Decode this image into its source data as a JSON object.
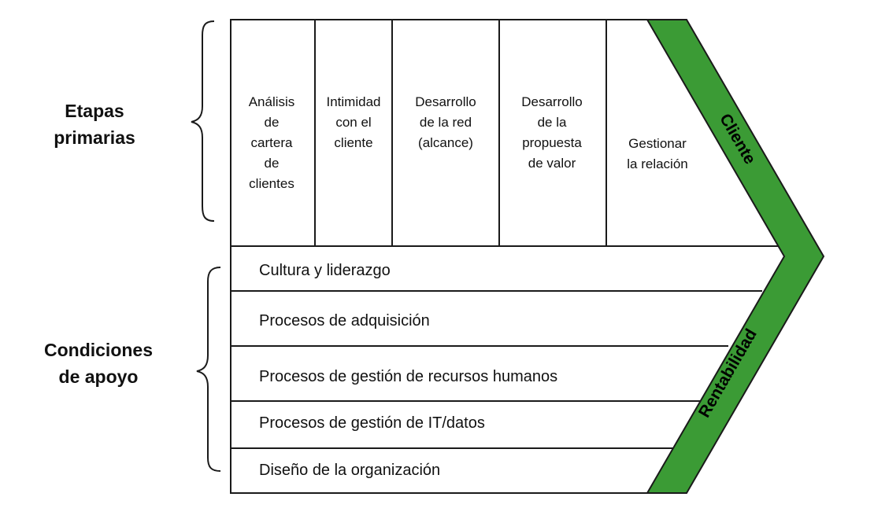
{
  "labels": {
    "primary": [
      "Etapas",
      "primarias"
    ],
    "support": [
      "Condiciones",
      "de apoyo"
    ]
  },
  "stages": [
    {
      "lines": [
        "Análisis",
        "de",
        "cartera",
        "de",
        "clientes"
      ]
    },
    {
      "lines": [
        "Intimidad",
        "con el",
        "cliente"
      ]
    },
    {
      "lines": [
        "Desarrollo",
        "de la red",
        "(alcance)"
      ]
    },
    {
      "lines": [
        "Desarrollo",
        "de la",
        "propuesta",
        "de valor"
      ]
    },
    {
      "lines": [
        "Gestionar",
        "la relación"
      ]
    }
  ],
  "support_rows": [
    "Cultura y liderazgo",
    "Procesos de adquisición",
    "Procesos de gestión de recursos humanos",
    "Procesos de gestión de IT/datos",
    "Diseño de la organización"
  ],
  "bands": {
    "upper": "Cliente",
    "lower": "Rentabilidad"
  },
  "colors": {
    "band": "#3b9b35",
    "outline": "#1a1a1a"
  }
}
